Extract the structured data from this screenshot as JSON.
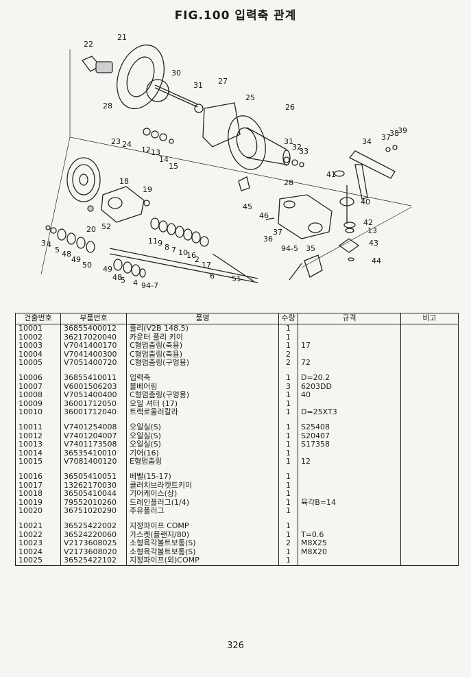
{
  "title": "FIG.100 입력축 관계",
  "page_number": "326",
  "diagram": {
    "callouts": [
      "22",
      "21",
      "30",
      "31",
      "27",
      "25",
      "26",
      "28",
      "24",
      "23",
      "12",
      "13",
      "14",
      "15",
      "31",
      "32",
      "33",
      "34",
      "37",
      "38",
      "39",
      "41",
      "40",
      "18",
      "19",
      "28",
      "45",
      "46",
      "37",
      "36",
      "35",
      "42",
      "13",
      "43",
      "44",
      "20",
      "52",
      "3",
      "4",
      "5",
      "48",
      "49",
      "50",
      "11",
      "9",
      "8",
      "7",
      "10",
      "16",
      "2",
      "17",
      "6",
      "51",
      "49",
      "48",
      "5",
      "4",
      "94-7",
      "94-5"
    ]
  },
  "table": {
    "headers": [
      "건출번호",
      "부품번호",
      "품명",
      "수량",
      "규격",
      "비고"
    ],
    "groups": [
      [
        {
          "no": "10001",
          "part": "36855400012",
          "name": "풀리(V2B 148.5)",
          "qty": "1",
          "spec": "",
          "note": ""
        },
        {
          "no": "10002",
          "part": "36217020040",
          "name": "카운터 풀리 키이",
          "qty": "1",
          "spec": "",
          "note": ""
        },
        {
          "no": "10003",
          "part": "V7041400170",
          "name": "C형멈춤링(축용)",
          "qty": "1",
          "spec": "17",
          "note": ""
        },
        {
          "no": "10004",
          "part": "V7041400300",
          "name": "C형멈춤링(축용)",
          "qty": "2",
          "spec": "",
          "note": ""
        },
        {
          "no": "10005",
          "part": "V7051400720",
          "name": "C형멈춤링(구멍용)",
          "qty": "2",
          "spec": "72",
          "note": ""
        }
      ],
      [
        {
          "no": "10006",
          "part": "36855410011",
          "name": "입력축",
          "qty": "1",
          "spec": "D=20.2",
          "note": ""
        },
        {
          "no": "10007",
          "part": "V6001506203",
          "name": "볼베어링",
          "qty": "3",
          "spec": "6203DD",
          "note": ""
        },
        {
          "no": "10008",
          "part": "V7051400400",
          "name": "C형멈춤링(구멍용)",
          "qty": "1",
          "spec": "40",
          "note": ""
        },
        {
          "no": "10009",
          "part": "36001712050",
          "name": "오일 셔터 (17)",
          "qty": "1",
          "spec": "",
          "note": ""
        },
        {
          "no": "10010",
          "part": "36001712040",
          "name": "트랙로울러칼라",
          "qty": "1",
          "spec": "D=25XT3",
          "note": ""
        }
      ],
      [
        {
          "no": "10011",
          "part": "V7401254008",
          "name": "오일실(S)",
          "qty": "1",
          "spec": "S25408",
          "note": ""
        },
        {
          "no": "10012",
          "part": "V7401204007",
          "name": "오일실(S)",
          "qty": "1",
          "spec": "S20407",
          "note": ""
        },
        {
          "no": "10013",
          "part": "V7401173508",
          "name": "오일실(S)",
          "qty": "1",
          "spec": "S17358",
          "note": ""
        },
        {
          "no": "10014",
          "part": "36535410010",
          "name": "기어(16)",
          "qty": "1",
          "spec": "",
          "note": ""
        },
        {
          "no": "10015",
          "part": "V7081400120",
          "name": "E형멈춤링",
          "qty": "1",
          "spec": "12",
          "note": ""
        }
      ],
      [
        {
          "no": "10016",
          "part": "36505410051",
          "name": "베벨(15-17)",
          "qty": "1",
          "spec": "",
          "note": ""
        },
        {
          "no": "10017",
          "part": "13262170030",
          "name": "클러치브라켓트키이",
          "qty": "1",
          "spec": "",
          "note": ""
        },
        {
          "no": "10018",
          "part": "36505410044",
          "name": "기어케이스(상)",
          "qty": "1",
          "spec": "",
          "note": ""
        },
        {
          "no": "10019",
          "part": "79552010260",
          "name": "드레인플러그(1/4)",
          "qty": "1",
          "spec": "육각B=14",
          "note": ""
        },
        {
          "no": "10020",
          "part": "36751020290",
          "name": "주유플러그",
          "qty": "1",
          "spec": "",
          "note": ""
        }
      ],
      [
        {
          "no": "10021",
          "part": "36525422002",
          "name": "지정파이프 COMP",
          "qty": "1",
          "spec": "",
          "note": ""
        },
        {
          "no": "10022",
          "part": "36524220060",
          "name": "가스켓(플랜지/80)",
          "qty": "1",
          "spec": "T=0.6",
          "note": ""
        },
        {
          "no": "10023",
          "part": "V2173608025",
          "name": "소형육각볼트보통(S)",
          "qty": "2",
          "spec": "M8X25",
          "note": ""
        },
        {
          "no": "10024",
          "part": "V2173608020",
          "name": "소형육각볼트보통(S)",
          "qty": "1",
          "spec": "M8X20",
          "note": ""
        },
        {
          "no": "10025",
          "part": "36525422102",
          "name": "지정파이프(외)COMP",
          "qty": "1",
          "spec": "",
          "note": ""
        }
      ]
    ]
  }
}
